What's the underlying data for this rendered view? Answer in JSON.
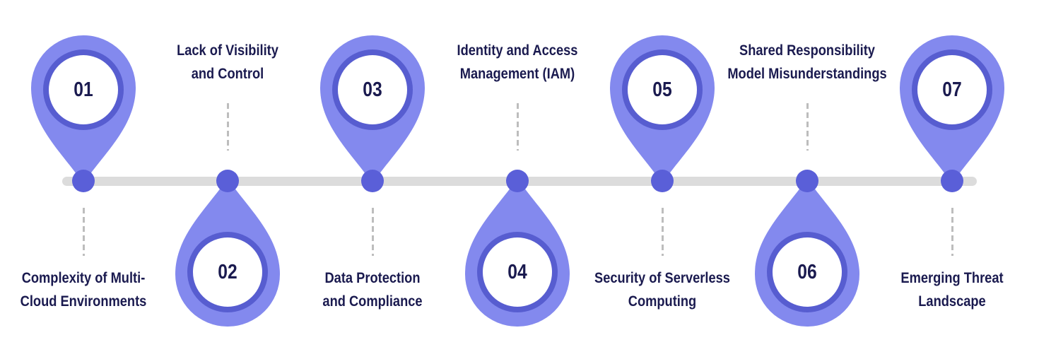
{
  "diagram": {
    "type": "timeline-infographic",
    "orientation": "horizontal",
    "items": [
      {
        "number": "01",
        "label": "Complexity of Multi-\nCloud Environments",
        "pin_side": "above"
      },
      {
        "number": "02",
        "label": "Lack of Visibility\nand Control",
        "pin_side": "below"
      },
      {
        "number": "03",
        "label": "Data Protection\nand Compliance",
        "pin_side": "above"
      },
      {
        "number": "04",
        "label": "Identity and Access\nManagement (IAM)",
        "pin_side": "below"
      },
      {
        "number": "05",
        "label": "Security of Serverless\nComputing",
        "pin_side": "above"
      },
      {
        "number": "06",
        "label": "Shared Responsibility\nModel Misunderstandings",
        "pin_side": "below"
      },
      {
        "number": "07",
        "label": "Emerging Threat\nLandscape",
        "pin_side": "above"
      }
    ]
  },
  "colors": {
    "pin_body": "#8389ee",
    "pin_ring": "#575dd0",
    "inner_circle": "#ffffff",
    "dot": "#5a5fd8",
    "text": "#1a1a4f",
    "timeline_bar": "#dcdcdc",
    "dash": "#bdbdbd",
    "background": "#ffffff"
  }
}
